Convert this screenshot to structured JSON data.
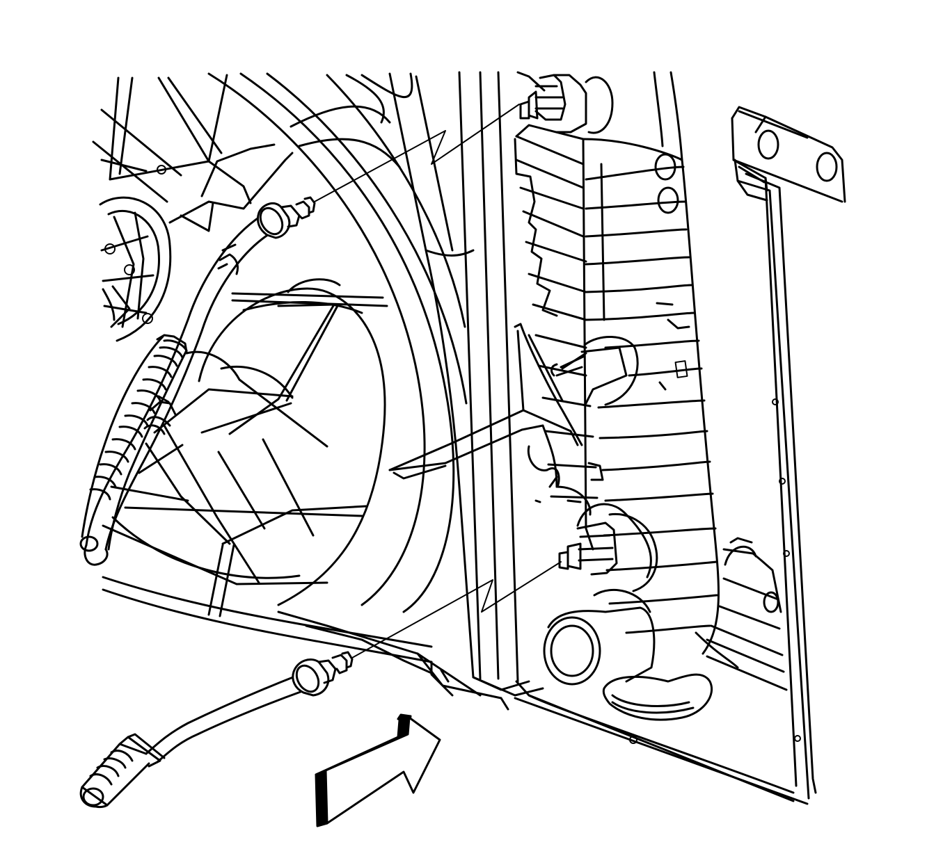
{
  "illustration": {
    "style": "black line-art service illustration",
    "stroke_color": "#000000",
    "background_color": "#ffffff",
    "components": [
      "cooling-fan-shroud",
      "radiator",
      "radiator-side-tank",
      "upper-transmission-cooler-line",
      "lower-transmission-cooler-line",
      "upper-cooler-fitting",
      "lower-cooler-fitting",
      "radiator-outlet-neck",
      "direction-arrow"
    ],
    "arrow": {
      "meaning": "forward",
      "icon": "direction-arrow-icon"
    }
  }
}
